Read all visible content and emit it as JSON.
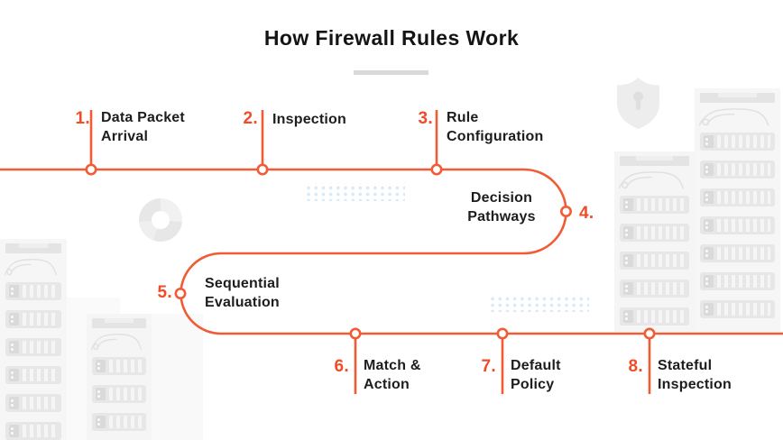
{
  "title": {
    "text": "How Firewall Rules Work"
  },
  "steps": [
    {
      "number": "1.",
      "label": "Data Packet\nArrival"
    },
    {
      "number": "2.",
      "label": "Inspection"
    },
    {
      "number": "3.",
      "label": "Rule\nConfiguration"
    },
    {
      "number": "4.",
      "label": "Decision\nPathways"
    },
    {
      "number": "5.",
      "label": "Sequential\nEvaluation"
    },
    {
      "number": "6.",
      "label": "Match &\nAction"
    },
    {
      "number": "7.",
      "label": "Default\nPolicy"
    },
    {
      "number": "8.",
      "label": "Stateful\nInspection"
    }
  ],
  "colors": {
    "accent_number": "#F14B28",
    "timeline_line": "#F15C35",
    "label_text": "#1D1D1D",
    "title_underline": "#D9D9D9",
    "dot_grid": "#D9E9F6",
    "rack_panel": "#F6F6F6",
    "rack_unit": "#E7E7E7"
  },
  "icons": {
    "shield": "shield-lock-icon",
    "donut": "donut-ring-icon",
    "racks": "server-rack",
    "dots": "dot-grid-pattern"
  }
}
